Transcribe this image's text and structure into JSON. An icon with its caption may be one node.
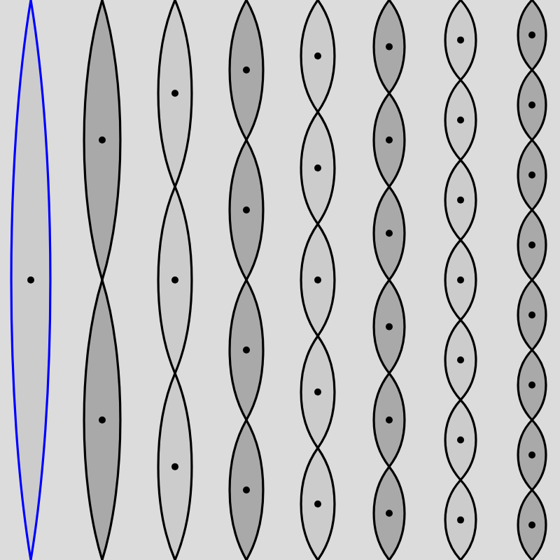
{
  "diagram": {
    "nodes": [
      {
        "text": [],
        "shape": "lens"
      },
      {
        "text": [],
        "shape": "lens"
      },
      {
        "text": [],
        "shape": "lens"
      },
      {
        "text": [],
        "shape": "lens"
      },
      {
        "text": [],
        "shape": "lens"
      },
      {
        "text": [],
        "shape": "lens"
      },
      {
        "text": [],
        "shape": "lens"
      },
      {
        "text": [],
        "shape": "lens"
      },
      {
        "text": [],
        "shape": "lens"
      },
      {
        "text": [],
        "shape": "lens"
      },
      {
        "text": [],
        "shape": "lens"
      },
      {
        "text": [],
        "shape": "lens"
      },
      {
        "text": [],
        "shape": "lens"
      },
      {
        "text": [],
        "shape": "lens"
      },
      {
        "text": [],
        "shape": "lens"
      },
      {
        "text": [],
        "shape": "lens"
      },
      {
        "text": [],
        "shape": "lens"
      },
      {
        "text": [],
        "shape": "lens"
      },
      {
        "text": [],
        "shape": "lens"
      },
      {
        "text": [],
        "shape": "lens"
      },
      {
        "text": [],
        "shape": "lens"
      },
      {
        "text": [],
        "shape": "lens"
      },
      {
        "text": [],
        "shape": "lens"
      },
      {
        "text": [],
        "shape": "lens"
      },
      {
        "text": [],
        "shape": "lens"
      },
      {
        "text": [],
        "shape": "lens"
      },
      {
        "text": [],
        "shape": "lens"
      },
      {
        "text": [],
        "shape": "lens"
      },
      {
        "text": [],
        "shape": "lens"
      },
      {
        "text": [],
        "shape": "lens"
      },
      {
        "text": [],
        "shape": "lens"
      },
      {
        "text": [],
        "shape": "lens"
      },
      {
        "text": [],
        "shape": "lens"
      },
      {
        "text": [],
        "shape": "lens"
      },
      {
        "text": [],
        "shape": "lens"
      },
      {
        "text": [],
        "shape": "lens"
      }
    ],
    "edges": []
  }
}
